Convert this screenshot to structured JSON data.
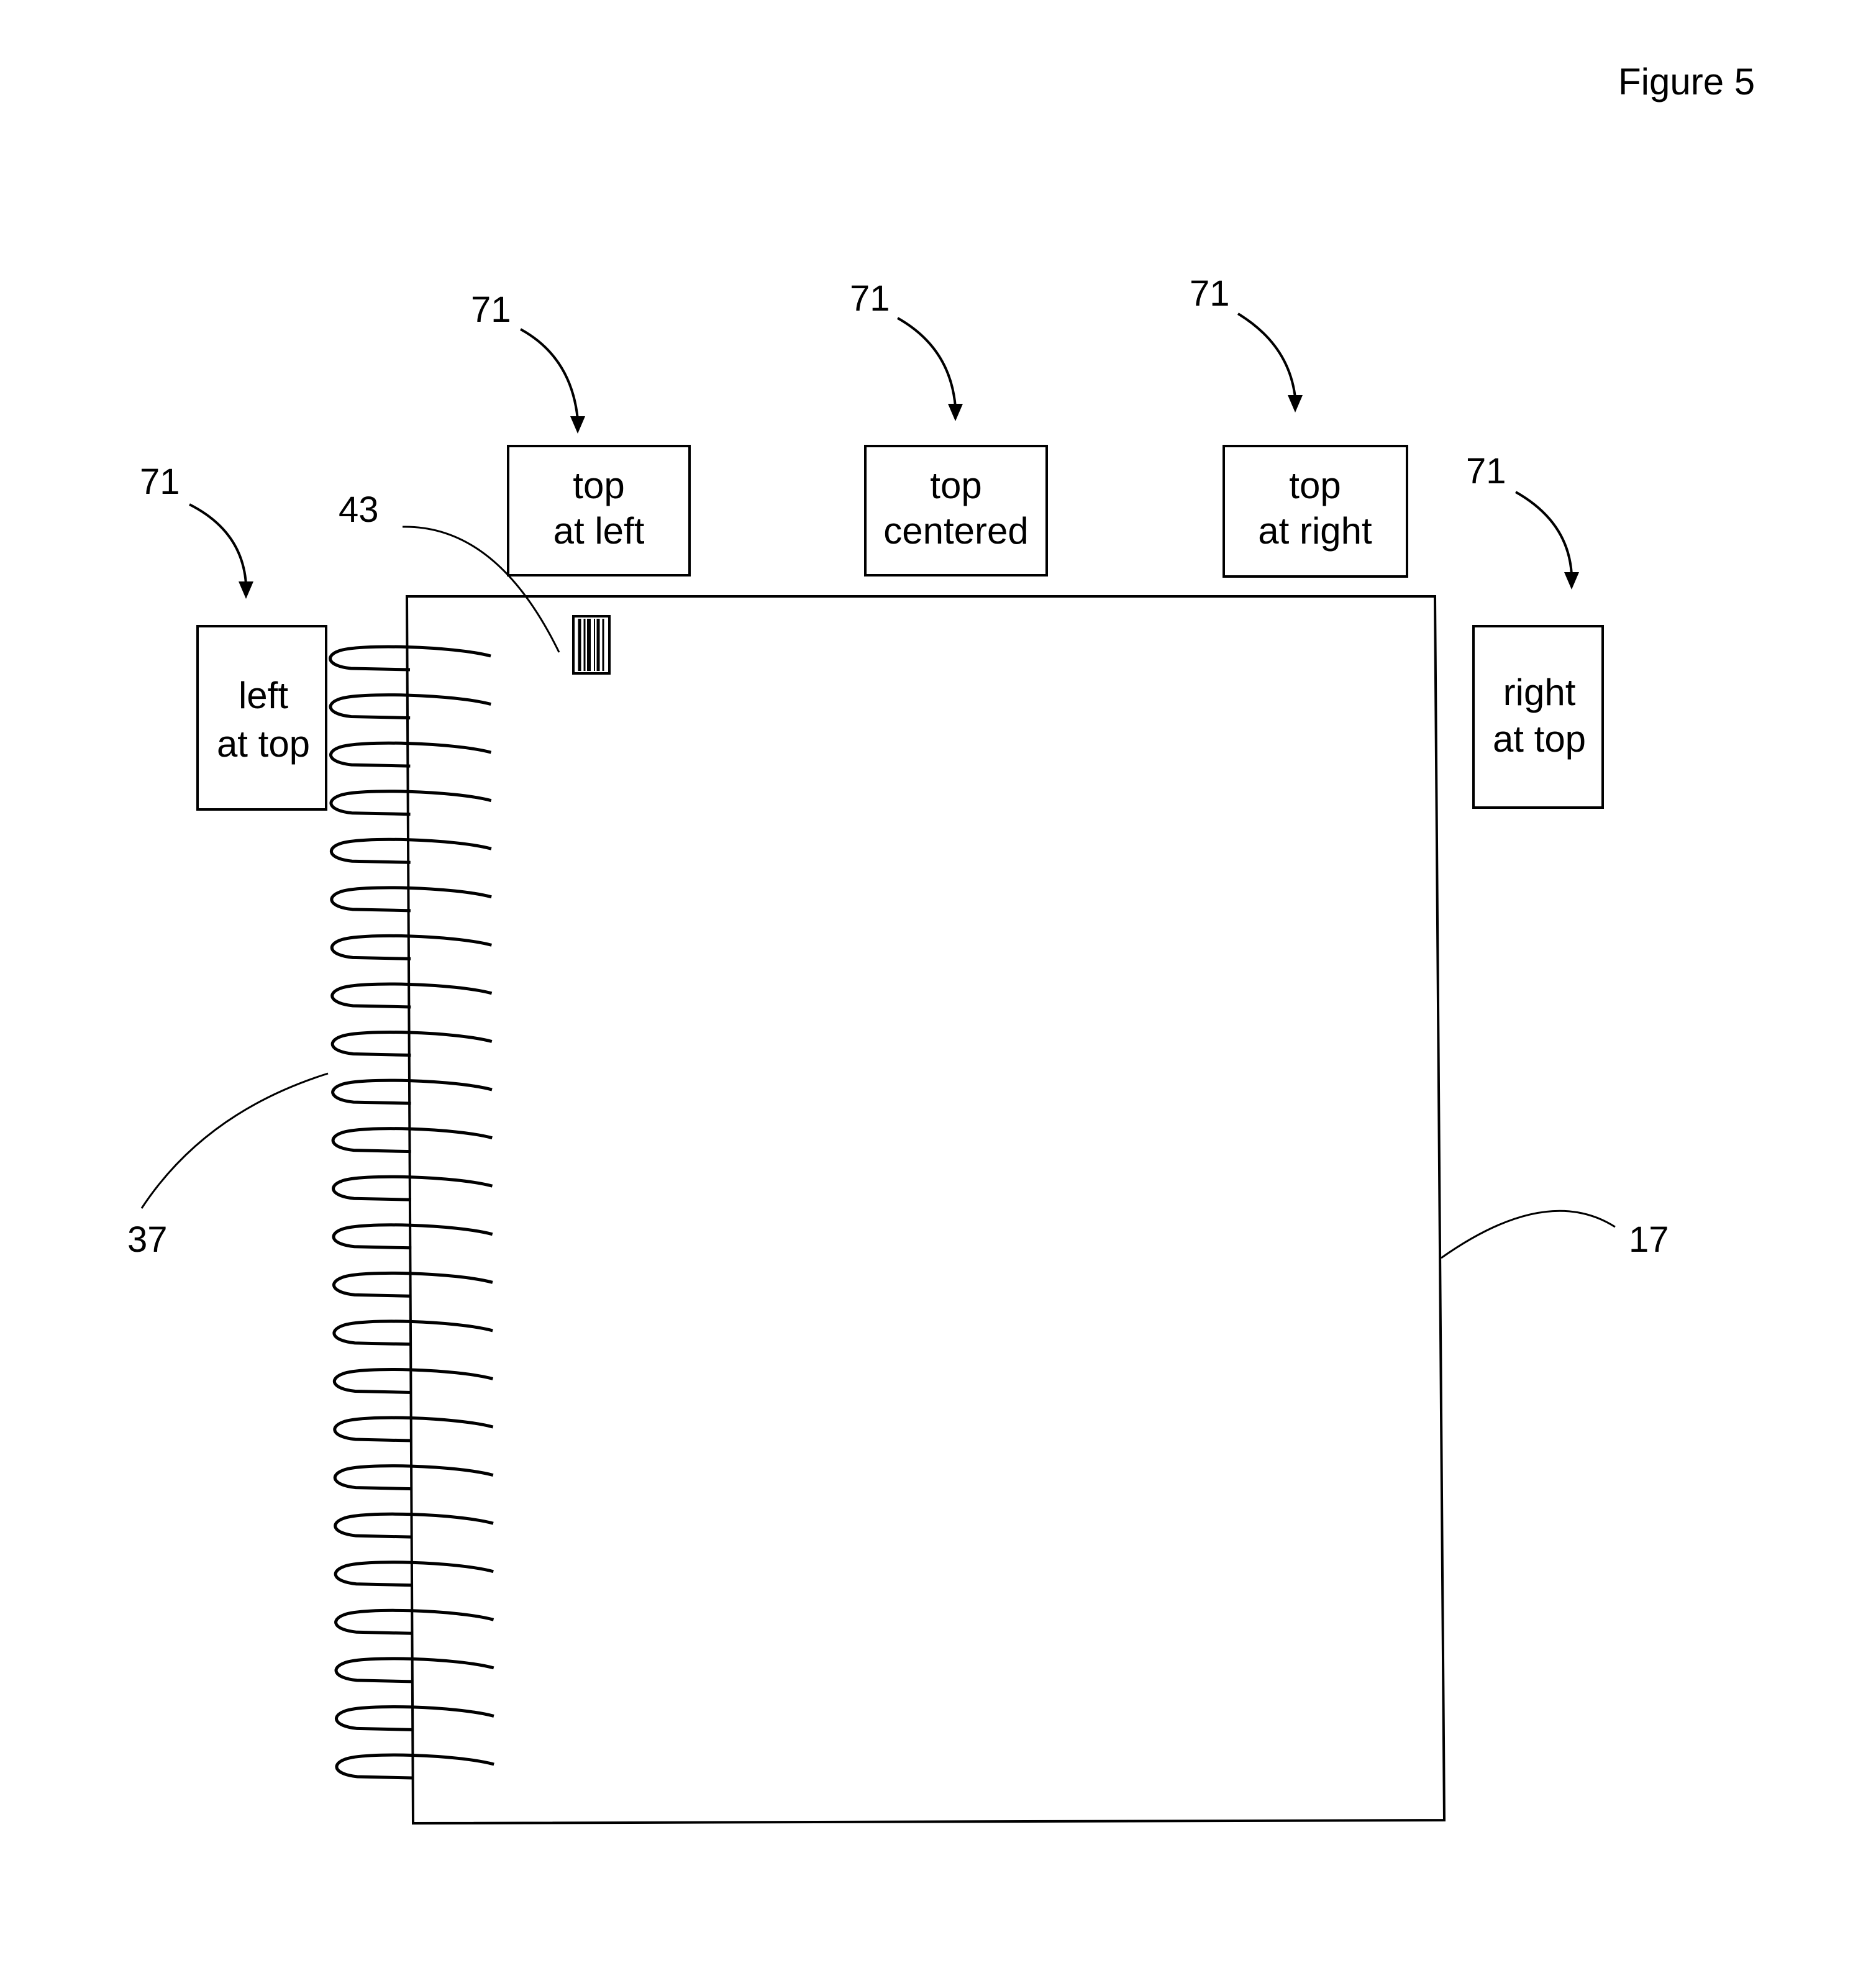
{
  "figure": {
    "title": "Figure 5"
  },
  "reference_numerals": {
    "pad": "17",
    "binding": "37",
    "code_tag": "43",
    "tag_position": "71"
  },
  "tag_positions": [
    {
      "line1": "top",
      "line2": "at left"
    },
    {
      "line1": "top",
      "line2": "centered"
    },
    {
      "line1": "top",
      "line2": "at right"
    },
    {
      "line1": "left",
      "line2": "at top"
    },
    {
      "line1": "right",
      "line2": "at top"
    }
  ],
  "binding": {
    "coil_count": 24
  }
}
